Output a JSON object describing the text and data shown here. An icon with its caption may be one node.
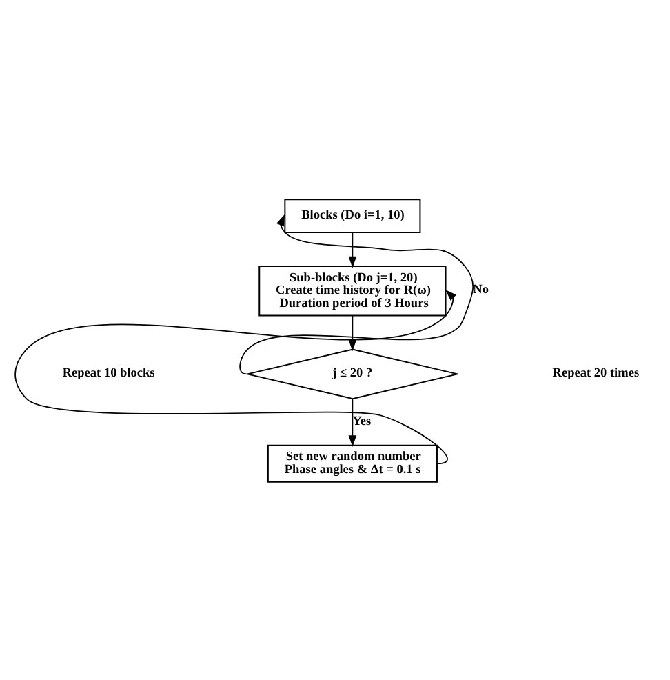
{
  "diagram": {
    "nodes": [
      {
        "text": [
          "Blocks (Do i=1, 10)"
        ]
      },
      {
        "text": [
          "Sub-blocks (Do j=1, 20)",
          "Create time history for R(ω)",
          "Duration period of 3 Hours"
        ]
      },
      {
        "text": [
          "j ≤ 20 ?"
        ]
      },
      {
        "text": [
          "Set new random number",
          "Phase angles & Δt = 0.1 s"
        ]
      }
    ],
    "edges": [
      {
        "from": 0,
        "to": 1,
        "arrow": "to"
      },
      {
        "from": 1,
        "to": 2,
        "arrow": "to"
      },
      {
        "from": 2,
        "to": 3,
        "label": "Yes",
        "arrow": "to"
      },
      {
        "from": 2,
        "to": 0,
        "label": "No",
        "arrow": "to"
      },
      {
        "from": 3,
        "to": 1,
        "arrow": "to"
      }
    ],
    "labels": [
      "Repeat 10 blocks",
      "Repeat 20 times"
    ]
  }
}
